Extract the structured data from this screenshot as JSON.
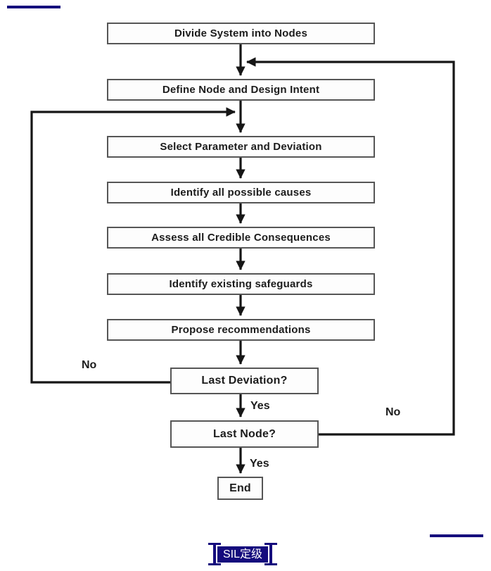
{
  "colors": {
    "navy": "#150b7d",
    "line": "#161616",
    "box_border": "#565656",
    "text": "#1c1c1c",
    "badge_text": "#ffffff"
  },
  "flowchart": {
    "nodes": [
      {
        "id": "divide",
        "label": "Divide System into Nodes"
      },
      {
        "id": "define",
        "label": "Define Node and Design Intent"
      },
      {
        "id": "select",
        "label": "Select Parameter and Deviation"
      },
      {
        "id": "causes",
        "label": "Identify all possible causes"
      },
      {
        "id": "assess",
        "label": "Assess all Credible Consequences"
      },
      {
        "id": "safeguards",
        "label": "Identify existing safeguards"
      },
      {
        "id": "propose",
        "label": "Propose recommendations"
      },
      {
        "id": "last_deviation",
        "label": "Last Deviation?"
      },
      {
        "id": "last_node",
        "label": "Last Node?"
      },
      {
        "id": "end",
        "label": "End"
      }
    ],
    "edge_labels": {
      "no_left": "No",
      "yes_after_deviation": "Yes",
      "no_right": "No",
      "yes_after_node": "Yes"
    }
  },
  "footer_badge": {
    "text": "SIL定级"
  }
}
